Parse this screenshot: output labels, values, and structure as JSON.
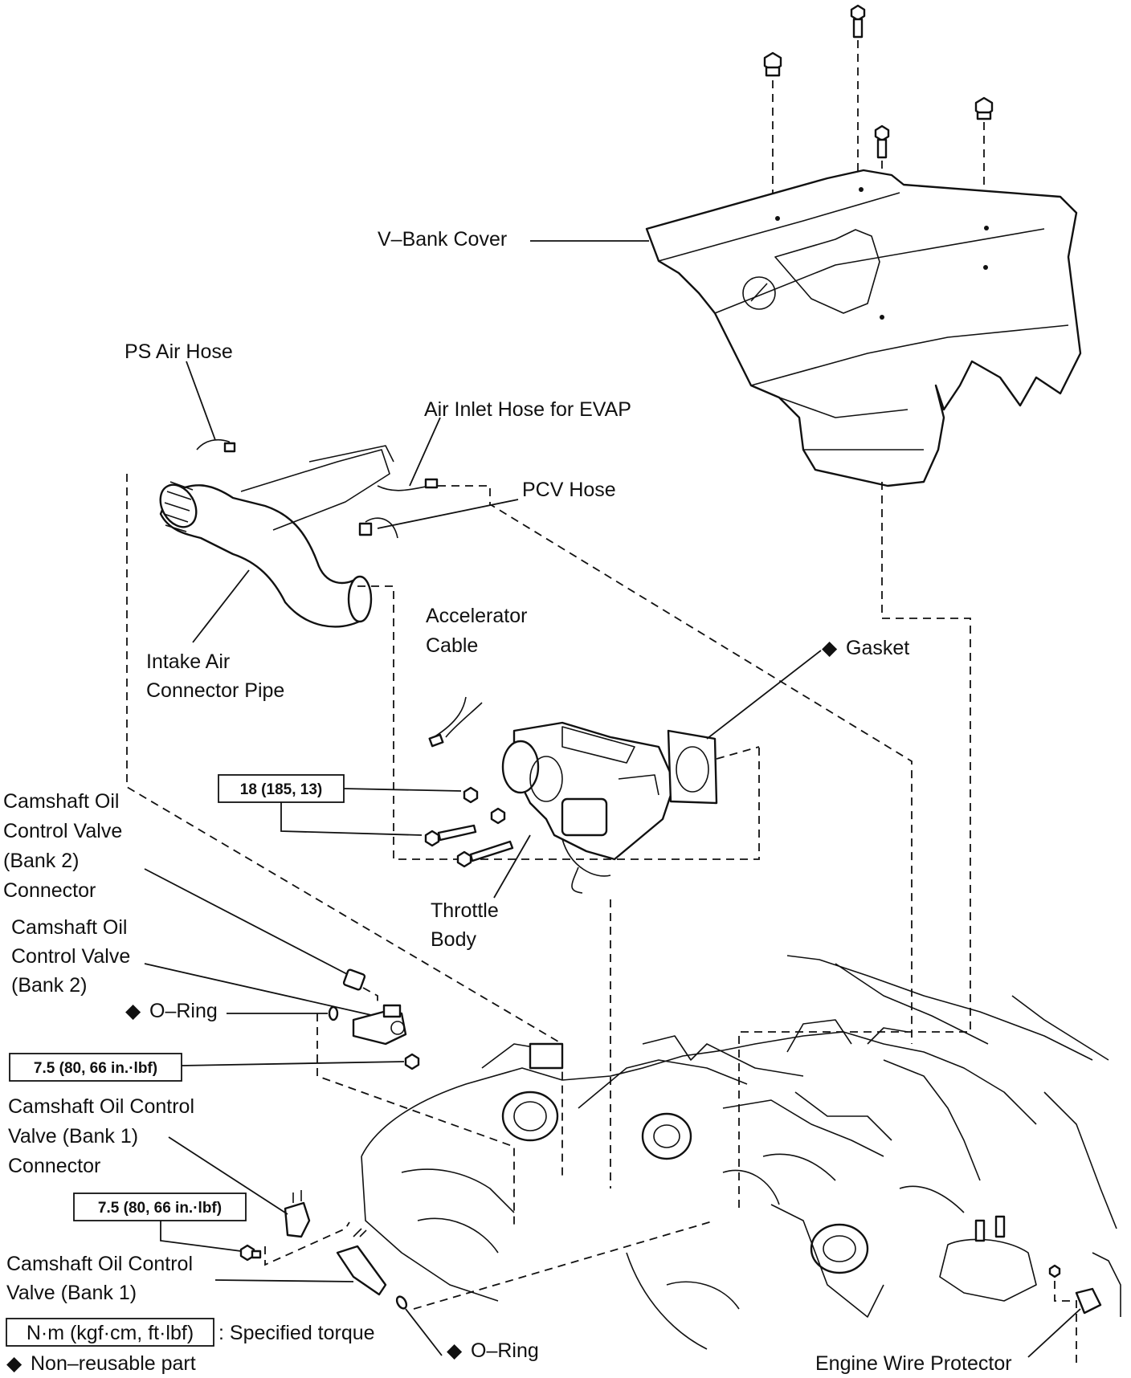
{
  "labels": {
    "v_bank_cover": "V–Bank Cover",
    "ps_air_hose": "PS Air Hose",
    "air_inlet_hose": "Air Inlet Hose for EVAP",
    "pcv_hose": "PCV Hose",
    "intake_pipe_1": "Intake Air",
    "intake_pipe_2": "Connector Pipe",
    "accel_cable_1": "Accelerator",
    "accel_cable_2": "Cable",
    "gasket": "Gasket",
    "throttle_1": "Throttle",
    "throttle_2": "Body",
    "cam_b2_conn_1": "Camshaft Oil",
    "cam_b2_conn_2": "Control Valve",
    "cam_b2_conn_3": "(Bank 2)",
    "cam_b2_conn_4": "Connector",
    "cam_b2_1": "Camshaft Oil",
    "cam_b2_2": "Control Valve",
    "cam_b2_3": "(Bank 2)",
    "oring_top": "O–Ring",
    "cam_b1_conn_1": "Camshaft Oil Control",
    "cam_b1_conn_2": "Valve (Bank 1)",
    "cam_b1_conn_3": "Connector",
    "cam_b1_1": "Camshaft Oil Control",
    "cam_b1_2": "Valve (Bank 1)",
    "oring_bottom": "O–Ring",
    "engine_wire_protector": "Engine Wire Protector"
  },
  "torque_specs": {
    "throttle_bolts": "18 (185, 13)",
    "cam_b2_bolt": "7.5 (80, 66 in.·lbf)",
    "cam_b1_bolt": "7.5 (80, 66 in.·lbf)"
  },
  "legend": {
    "unit_box": "N·m (kgf·cm, ft·lbf)",
    "unit_desc": ": Specified torque",
    "nonreusable": "Non–reusable part"
  },
  "symbols": {
    "nonreusable_marker": "◆"
  }
}
